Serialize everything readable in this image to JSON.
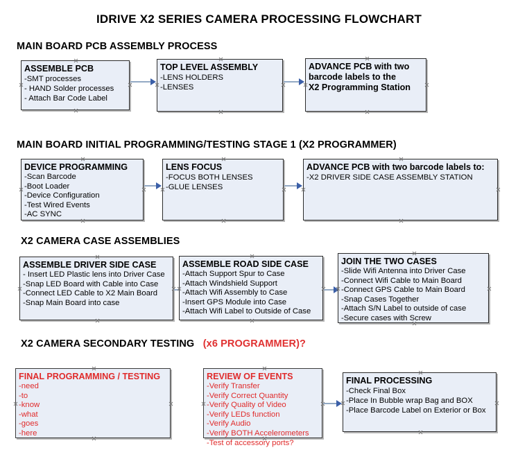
{
  "document": {
    "title": "IDRIVE X2  SERIES CAMERA PROCESSING FLOWCHART"
  },
  "colors": {
    "box_fill": "#e9eef7",
    "box_border": "#2b2b2b",
    "arrow_shaft": "#93a9c4",
    "arrow_head": "#3b5fa8",
    "red_text": "#e02b2b",
    "black_text": "#000000"
  },
  "sections": [
    {
      "id": "main-board-pcb-assembly-process",
      "header": "MAIN BOARD PCB ASSEMBLY PROCESS",
      "header_suffix": "",
      "boxes": [
        {
          "id": "assemble-pcb",
          "title": "ASSEMBLE PCB",
          "lines": [
            "-SMT processes",
            "- HAND Solder processes",
            "- Attach Bar Code Label"
          ],
          "text_color": "black"
        },
        {
          "id": "top-level-assembly",
          "title": "TOP LEVEL ASSEMBLY",
          "lines": [
            "-LENS HOLDERS",
            "-LENSES"
          ],
          "text_color": "black"
        },
        {
          "id": "advance-pcb-to-x2-programming-station",
          "title": "ADVANCE PCB with two",
          "lines": [
            "barcode labels to the",
            " X2 Programming Station"
          ],
          "title_is_multiline_bold": true,
          "text_color": "black"
        }
      ]
    },
    {
      "id": "main-board-initial-programming-testing-stage-1",
      "header": "MAIN BOARD INITIAL PROGRAMMING/TESTING STAGE 1 (X2 PROGRAMMER)",
      "header_suffix": "",
      "boxes": [
        {
          "id": "device-programming",
          "title": "DEVICE PROGRAMMING",
          "lines": [
            "-Scan Barcode",
            "-Boot Loader",
            "-Device Configuration",
            "-Test Wired Events",
            "-AC SYNC"
          ],
          "text_color": "black"
        },
        {
          "id": "lens-focus",
          "title": "LENS FOCUS",
          "lines": [
            "-FOCUS BOTH LENSES",
            "-GLUE LENSES"
          ],
          "text_color": "black"
        },
        {
          "id": "advance-pcb-to-driver-side-case-assembly-station",
          "title": "ADVANCE PCB with two barcode labels to:",
          "lines": [
            "-X2 DRIVER  SIDE  CASE  ASSEMBLY STATION"
          ],
          "text_color": "black"
        }
      ]
    },
    {
      "id": "x2-camera-case-assemblies",
      "header": "X2 CAMERA CASE ASSEMBLIES",
      "header_suffix": "",
      "boxes": [
        {
          "id": "assemble-driver-side-case",
          "title": "ASSEMBLE DRIVER SIDE CASE",
          "lines": [
            "- Insert LED Plastic lens into Driver Case",
            "-Snap LED Board with Cable into Case",
            "-Connect LED Cable to X2 Main Board",
            "-Snap Main Board into case"
          ],
          "text_color": "black"
        },
        {
          "id": "assemble-road-side-case",
          "title": "ASSEMBLE ROAD SIDE CASE",
          "lines": [
            "-Attach Support Spur to Case",
            "-Attach Windshield Support",
            "-Attach Wifi Assembly to Case",
            "-Insert GPS Module into Case",
            "-Attach Wifi Label to Outside of Case"
          ],
          "text_color": "black"
        },
        {
          "id": "join-the-two-cases",
          "title": "JOIN THE TWO CASES",
          "lines": [
            "-Slide Wifi Antenna into Driver Case",
            "-Connect Wifi Cable to Main Board",
            "-Connect GPS Cable to Main Board",
            "-Snap Cases Together",
            "-Attach S/N Label to outside of case",
            "-Secure cases with Screw"
          ],
          "text_color": "black"
        }
      ]
    },
    {
      "id": "x2-camera-secondary-testing",
      "header": "X2 CAMERA SECONDARY TESTING",
      "header_suffix": "(x6 PROGRAMMER)?",
      "boxes": [
        {
          "id": "final-programming-testing",
          "title": "FINAL PROGRAMMING / TESTING",
          "lines": [
            "-need",
            "-to",
            "-know",
            "-what",
            "-goes",
            "-here"
          ],
          "text_color": "red"
        },
        {
          "id": "review-of-events",
          "title": "REVIEW OF EVENTS",
          "lines": [
            "-Verify Transfer",
            "-Verify Correct Quantity",
            "-Verify Quality of Video",
            "-Verify LEDs function",
            "-Verify Audio",
            "-Verify BOTH Accelerometers",
            "-Test of accessory ports?"
          ],
          "text_color": "red"
        },
        {
          "id": "final-processing",
          "title": "FINAL PROCESSING",
          "lines": [
            " -Check Final Box",
            "-Place In Bubble wrap Bag and BOX",
            "-Place Barcode Label on Exterior or Box"
          ],
          "text_color": "black"
        }
      ]
    }
  ]
}
